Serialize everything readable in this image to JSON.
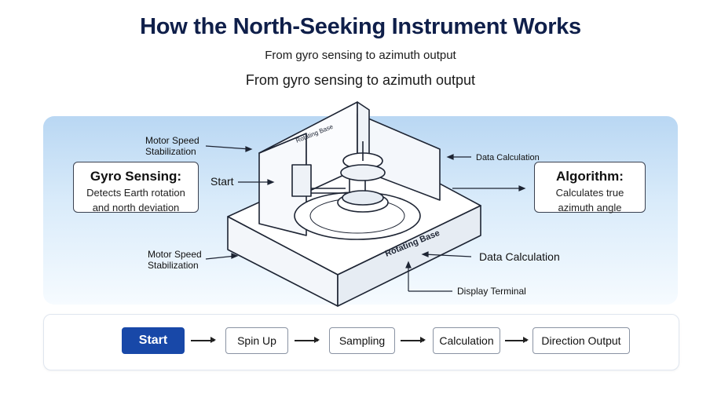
{
  "header": {
    "title": "How the North-Seeking Instrument Works",
    "subtitle": "From gyro sensing to azimuth output",
    "subtitle_repeat": "From gyro sensing to azimuth output"
  },
  "left_box": {
    "heading": "Gyro Sensing:",
    "line1": "Detects Earth rotation",
    "line2": "and north deviation"
  },
  "right_box": {
    "heading": "Algorithm:",
    "line1": "Calculates true",
    "line2": "azimuth angle"
  },
  "callouts": {
    "motor_top_1": "Motor Speed",
    "motor_top_2": "Stabilization",
    "start": "Start",
    "data_calc_top": "Data Calculation",
    "motor_bottom_1": "Motor Speed",
    "motor_bottom_2": "Stabilization",
    "data_calc_bottom": "Data Calculation",
    "display_terminal": "Display Terminal"
  },
  "device_labels": {
    "rotating_base": "Rotating Base",
    "rotating_base_top": "Rotating Base"
  },
  "flow": {
    "steps": [
      "Start",
      "Spin Up",
      "Sampling",
      "Calculation",
      "Direction Output"
    ]
  }
}
